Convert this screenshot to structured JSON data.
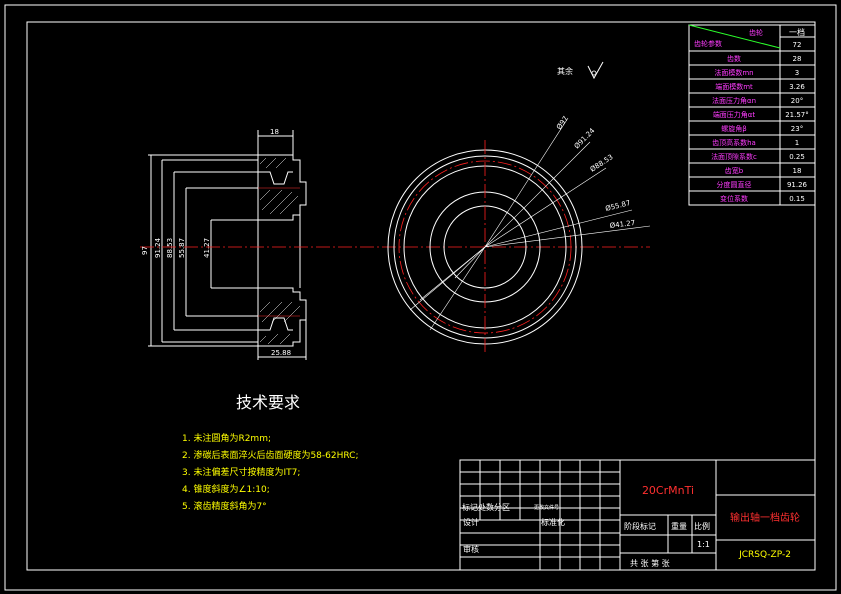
{
  "params_table": {
    "header_right": "一档",
    "header_diag_top": "齿轮",
    "header_diag_bottom": "齿轮参数",
    "rows": [
      {
        "label": "",
        "value": "72"
      },
      {
        "label": "齿数",
        "value": "28"
      },
      {
        "label": "法面模数mn",
        "value": "3"
      },
      {
        "label": "端面模数mt",
        "value": "3.26"
      },
      {
        "label": "法面压力角αn",
        "value": "20°"
      },
      {
        "label": "端面压力角αt",
        "value": "21.57°"
      },
      {
        "label": "螺旋角β",
        "value": "23°"
      },
      {
        "label": "齿顶高系数ha",
        "value": "1"
      },
      {
        "label": "法面顶隙系数c",
        "value": "0.25"
      },
      {
        "label": "齿宽b",
        "value": "18"
      },
      {
        "label": "分度圆直径",
        "value": "91.26"
      },
      {
        "label": "变位系数",
        "value": "0.15"
      }
    ]
  },
  "roughness_note": "其余",
  "section_dims": {
    "top_width": "18",
    "bottom_width": "25.88",
    "dia_97": "97",
    "dia_9124": "91.24",
    "dia_8853": "88.53",
    "dia_5587": "55.87",
    "dia_4127": "41.27"
  },
  "circle_dims": [
    "Ø97",
    "Ø91.24",
    "Ø88.53",
    "Ø55.87",
    "Ø41.27"
  ],
  "tech_title": "技术要求",
  "tech_items": [
    "1. 未注圆角为R2mm;",
    "2. 渗碳后表面淬火后齿面硬度为58-62HRC;",
    "3. 未注偏差尺寸按精度为IT7;",
    "4. 锥度斜度为∠1:10;",
    "5. 滚齿精度斜角为7°"
  ],
  "title_block": {
    "material": "20CrMnTi",
    "part_name": "输出轴一档齿轮",
    "drawing_no": "JCRSQ-ZP-2",
    "revision_row": "标记处数分区",
    "revision_row_small": "更改文件号",
    "designer": "设计",
    "standardize": "标准化",
    "review": "审核",
    "stage_mark": "阶段标记",
    "weight": "重量",
    "scale_label": "比例",
    "scale_value": "1:1",
    "sheets": "共 张 第 张"
  }
}
